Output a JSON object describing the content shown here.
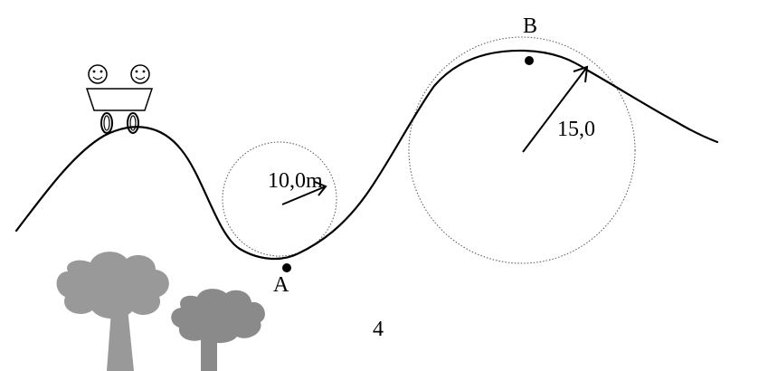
{
  "labels": {
    "point_a": "A",
    "point_b": "B",
    "radius_small": "10,0m",
    "radius_large": "15,0",
    "figure_number": "4"
  },
  "colors": {
    "track": "#000000",
    "circle_outline": "#555555",
    "tree_left": "#999999",
    "tree_right": "#8a8a8a",
    "cart_fill": "#ffffff"
  },
  "icons": {
    "cart": "roller-coaster-cart-icon",
    "faces": "smiley-face-icon",
    "trees": "tree-icon"
  }
}
